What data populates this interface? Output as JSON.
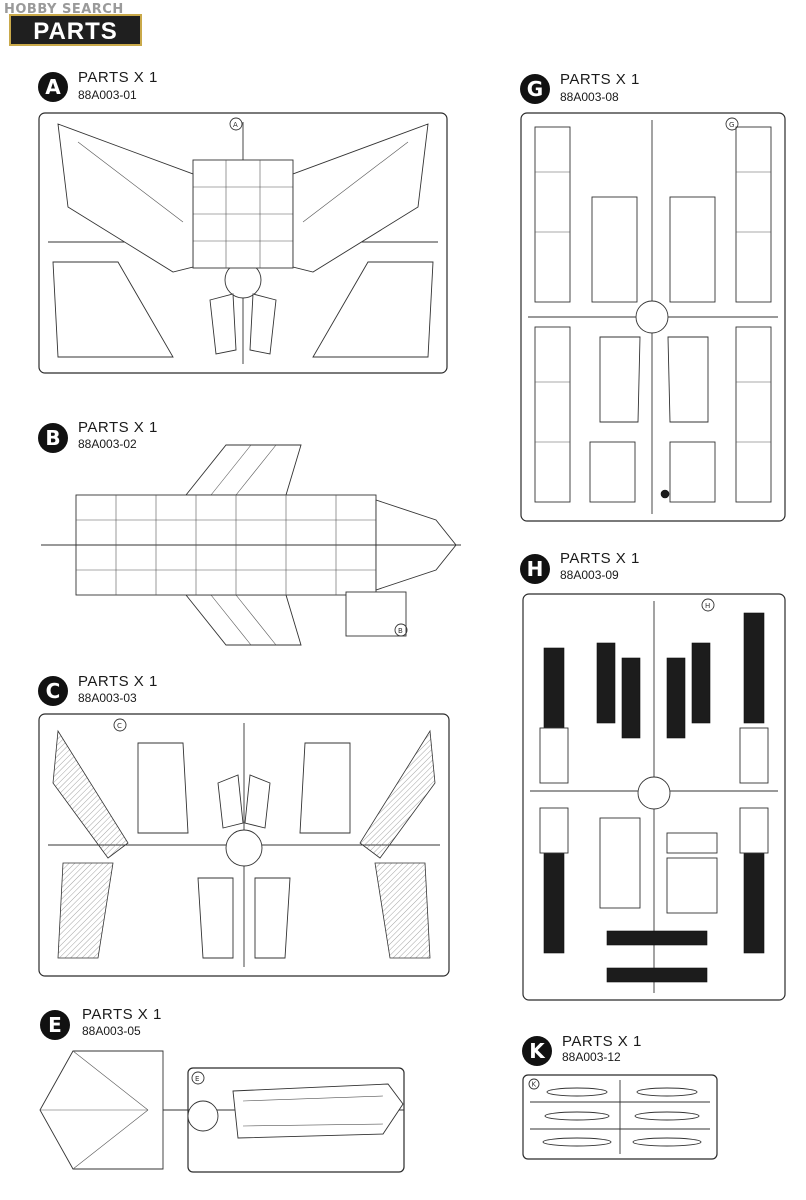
{
  "watermark": "HOBBY SEARCH",
  "header_title": "PARTS",
  "sections": [
    {
      "letter": "A",
      "title": "PARTS X 1",
      "code": "88A003-01"
    },
    {
      "letter": "B",
      "title": "PARTS X 1",
      "code": "88A003-02"
    },
    {
      "letter": "C",
      "title": "PARTS X 1",
      "code": "88A003-03"
    },
    {
      "letter": "E",
      "title": "PARTS X 1",
      "code": "88A003-05"
    },
    {
      "letter": "G",
      "title": "PARTS X 1",
      "code": "88A003-08"
    },
    {
      "letter": "H",
      "title": "PARTS X 1",
      "code": "88A003-09"
    },
    {
      "letter": "K",
      "title": "PARTS X 1",
      "code": "88A003-12"
    }
  ]
}
